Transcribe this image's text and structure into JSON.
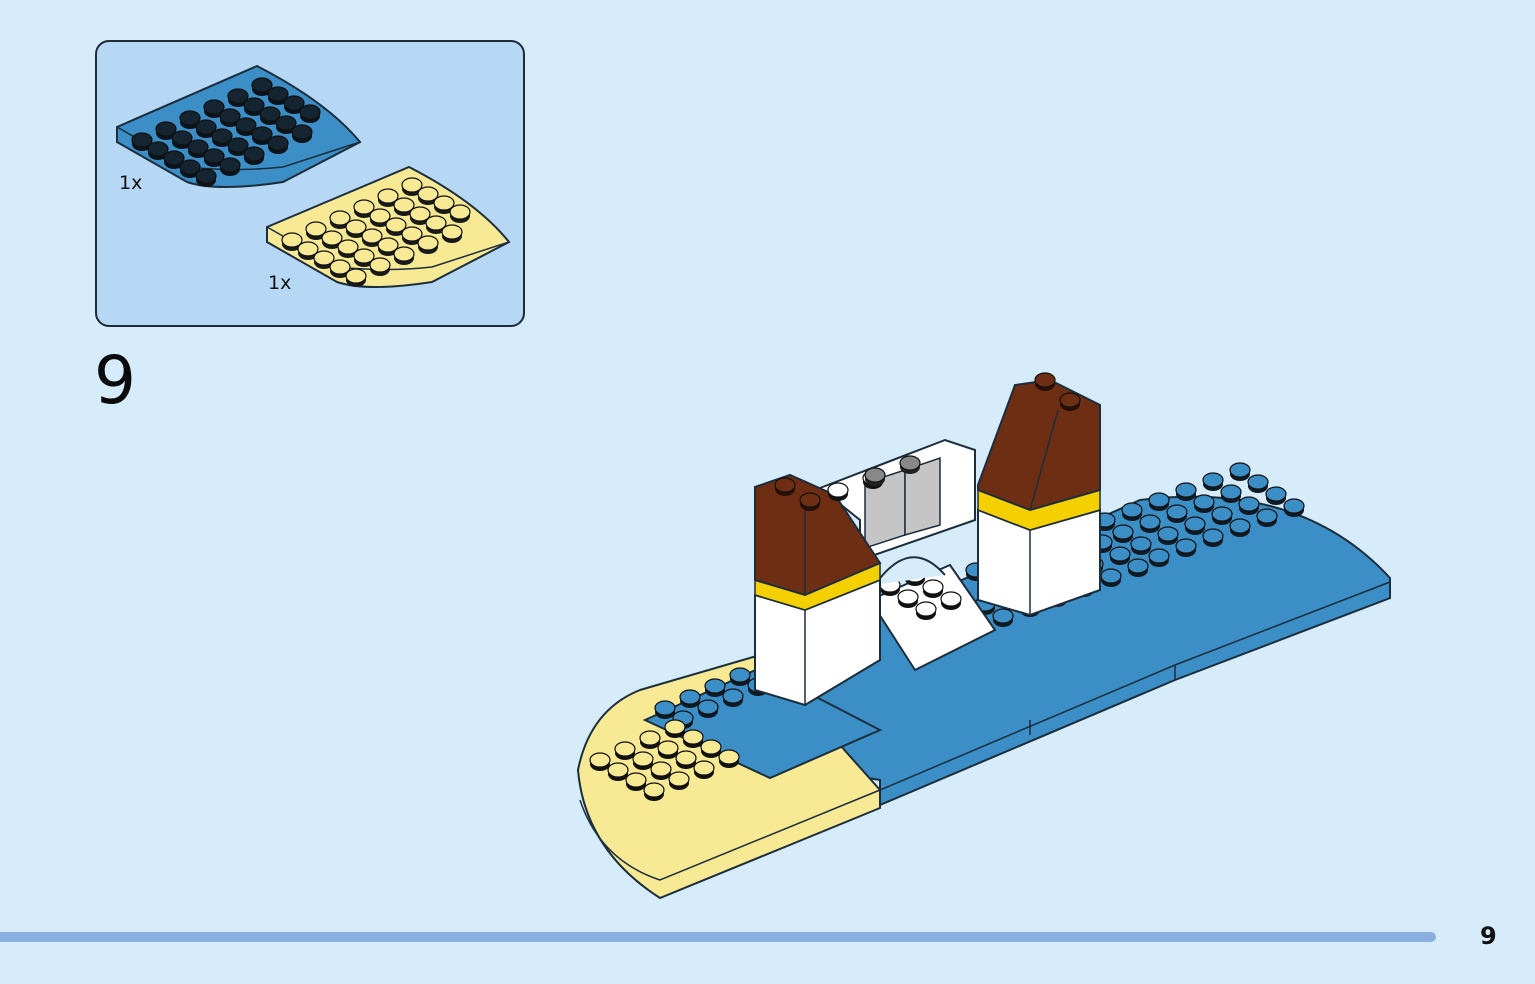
{
  "parts_list": {
    "items": [
      {
        "color_name": "blue",
        "quantity": "1x"
      },
      {
        "color_name": "yellow",
        "quantity": "1x"
      }
    ]
  },
  "step": {
    "number": "9"
  },
  "footer": {
    "page_number": "9"
  },
  "colors": {
    "background": "#d6ecfb",
    "parts_box": "#b6d8f5",
    "blue": "#3c8ec6",
    "yellow": "#f8ea94",
    "white": "#ffffff",
    "brown": "#6e2e14",
    "grey": "#c5c5c5",
    "yellow_band": "#f5d000",
    "progress_bar": "#8aaee0"
  }
}
